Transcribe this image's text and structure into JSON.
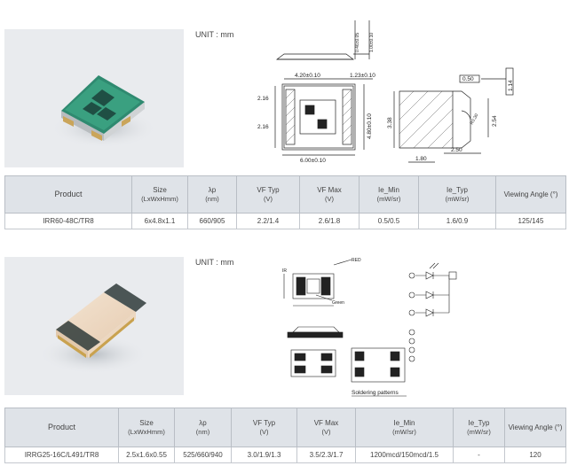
{
  "product1": {
    "unit_label": "UNIT : mm",
    "dims": {
      "d1": "0.46±0.05",
      "d2": "1.00±0.10",
      "d3": "4.20±0.10",
      "d4": "1.23±0.10",
      "d5": "2.16",
      "d6": "2.16",
      "d7": "4.80±0.10",
      "d8": "6.00±0.10",
      "d9": "0.50",
      "d10": "1.14",
      "d11": "3.38",
      "d12": "2.54",
      "d13": "R0.30",
      "d14": "2.50",
      "d15": "1.80"
    },
    "table": {
      "headers": [
        {
          "main": "Product",
          "sub": ""
        },
        {
          "main": "Size",
          "sub": "(LxWxHmm)"
        },
        {
          "main": "λp",
          "sub": "(nm)"
        },
        {
          "main": "VF Typ",
          "sub": "(V)"
        },
        {
          "main": "VF Max",
          "sub": "(V)"
        },
        {
          "main": "Ie_Min",
          "sub": "(mW/sr)"
        },
        {
          "main": "Ie_Typ",
          "sub": "(mW/sr)"
        },
        {
          "main": "Viewing Angle (°)",
          "sub": ""
        }
      ],
      "row": [
        "IRR60-48C/TR8",
        "6x4.8x1.1",
        "660/905",
        "2.2/1.4",
        "2.6/1.8",
        "0.5/0.5",
        "1.6/0.9",
        "125/145"
      ]
    }
  },
  "product2": {
    "unit_label": "UNIT : mm",
    "labels": {
      "red": "RED",
      "ir": "IR",
      "green": "Green",
      "soldering": "Soldering patterns"
    },
    "table": {
      "headers": [
        {
          "main": "Product",
          "sub": ""
        },
        {
          "main": "Size",
          "sub": "(LxWxHmm)"
        },
        {
          "main": "λp",
          "sub": "(nm)"
        },
        {
          "main": "VF Typ",
          "sub": "(V)"
        },
        {
          "main": "VF Max",
          "sub": "(V)"
        },
        {
          "main": "Ie_Min",
          "sub": "(mW/sr)"
        },
        {
          "main": "Ie_Typ",
          "sub": "(mW/sr)"
        },
        {
          "main": "Viewing Angle (°)",
          "sub": ""
        }
      ],
      "row": [
        "IRRG25-16C/L491/TR8",
        "2.5x1.6x0.55",
        "525/660/940",
        "3.0/1.9/1.3",
        "3.5/2.3/1.7",
        "1200mcd/150mcd/1.5",
        "-",
        "120"
      ]
    }
  }
}
